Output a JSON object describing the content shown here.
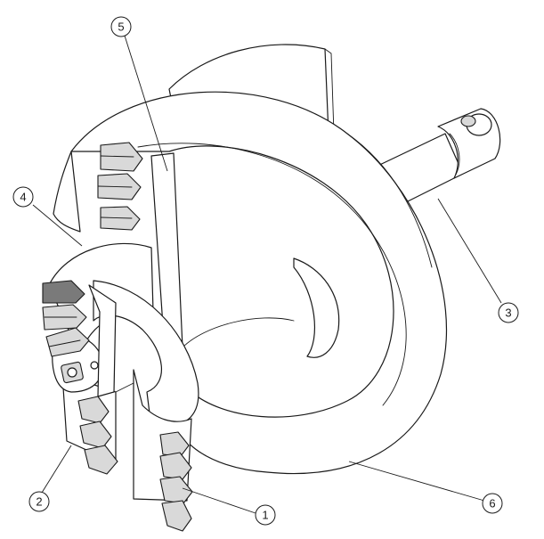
{
  "callouts": [
    {
      "id": "1",
      "label": "1"
    },
    {
      "id": "2",
      "label": "2"
    },
    {
      "id": "3",
      "label": "3"
    },
    {
      "id": "4",
      "label": "4"
    },
    {
      "id": "5",
      "label": "5"
    },
    {
      "id": "6",
      "label": "6"
    }
  ],
  "colors": {
    "line": "#1a1a1a",
    "background": "#ffffff",
    "shade": "#d9d9d9"
  }
}
